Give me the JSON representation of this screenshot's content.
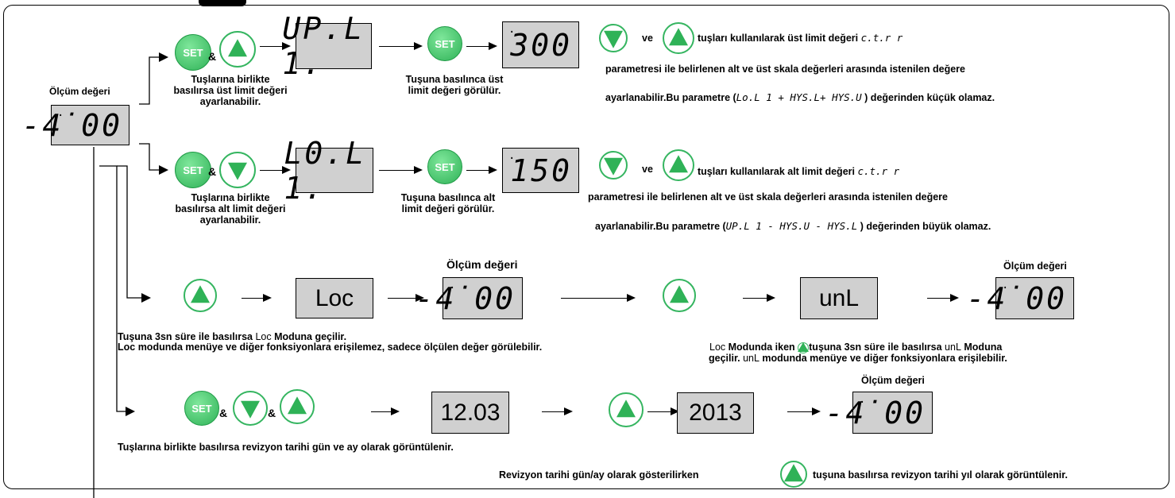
{
  "labels": {
    "olcum": "Ölçüm değeri",
    "set": "SET",
    "amp": "&"
  },
  "displays": {
    "main": "-4̇00",
    "upl1": "UP.L 1.",
    "u300": "300",
    "lol1": "L0.L 1.",
    "l150": "150",
    "loc": "Loc",
    "unl": "unL",
    "rev_day": "12.03",
    "rev_year": "2013"
  },
  "row1": {
    "caption_buttons": "Tuşlarına birlikte basılırsa üst limit değeri ayarlanabilir.",
    "caption_set": "Tuşuna basılınca üst limit değeri görülür.",
    "desc1_ve": "ve",
    "desc1_rest": "tuşları kullanılarak üst limit değeri",
    "desc_param": "c.t.r r",
    "desc2": "parametresi ile belirlenen alt ve üst skala değerleri  arasında istenilen değere",
    "desc3_a": "ayarlanabilir.Bu parametre (",
    "desc3_expr": "Lo.L 1 + HYS.L+ HYS.U",
    "desc3_b": " ) değerinden küçük olamaz."
  },
  "row2": {
    "caption_buttons": "Tuşlarına birlikte basılırsa alt limit değeri ayarlanabilir.",
    "caption_set": "Tuşuna basılınca alt limit değeri görülür.",
    "desc1_ve": "ve",
    "desc1_rest": "tuşları kullanılarak alt limit değeri",
    "desc_param": "c.t.r r",
    "desc2": "parametresi ile belirlenen alt ve üst skala değerleri  arasında istenilen değere",
    "desc3_a": "ayarlanabilir.Bu parametre (",
    "desc3_expr": "UP.L 1 - HYS.U - HYS.L",
    "desc3_b": " ) değerinden büyük olamaz."
  },
  "row3": {
    "line1_a": "Tuşuna 3sn süre ile basılırsa ",
    "line1_loc": "Loc",
    "line1_b": " Moduna geçilir.",
    "line2": "Loc modunda menüye ve diğer fonksiyonlara erişilemez, sadece ölçülen değer görülebilir.",
    "right_loc": "Loc",
    "right_a": " Modunda iken ",
    "right_b": "tuşuna 3sn süre ile basılırsa ",
    "right_unl": "unL",
    "right_c": " Moduna",
    "right_d": "geçilir. ",
    "right_unl2": "unL",
    "right_e": " modunda menüye ve diğer fonksiyonlara erişilebilir."
  },
  "row4": {
    "caption1": "Tuşlarına birlikte basılırsa revizyon tarihi gün ve ay olarak görüntülenir.",
    "caption2_a": "Revizyon tarihi gün/ay olarak gösterilirken",
    "caption2_b": "tuşuna basılırsa revizyon tarihi yıl olarak görüntülenir."
  }
}
